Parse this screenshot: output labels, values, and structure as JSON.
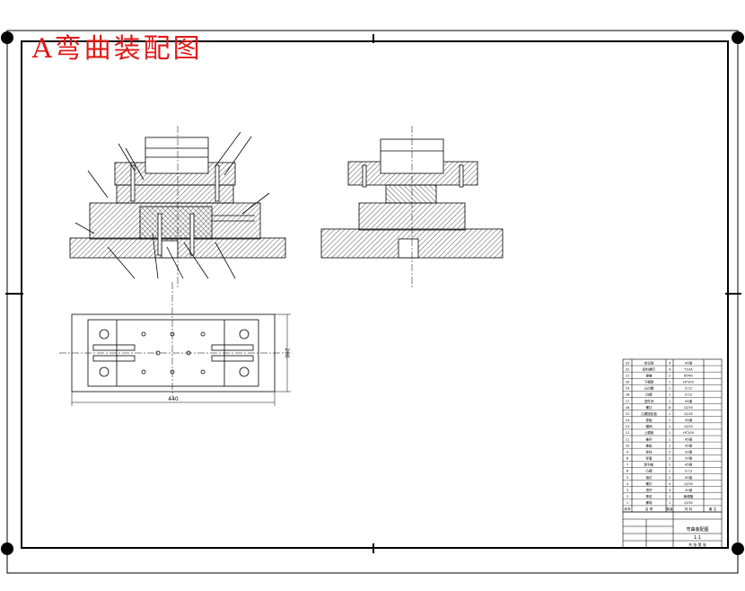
{
  "drawing": {
    "title": "A弯曲装配图",
    "title_color": "#e01818",
    "line_color": "#000000",
    "hatch_color": "#555555"
  },
  "plan_view": {
    "width_dimension": "440",
    "height_dimension": "280"
  },
  "parts_list": {
    "rows": [
      {
        "no": "23",
        "name": "定位销",
        "qty": "4",
        "material": "45钢",
        "note": ""
      },
      {
        "no": "22",
        "name": "卸料螺钉",
        "qty": "4",
        "material": "T10A",
        "note": ""
      },
      {
        "no": "21",
        "name": "弹簧",
        "qty": "2",
        "material": "65Mn",
        "note": ""
      },
      {
        "no": "20",
        "name": "下模座",
        "qty": "1",
        "material": "HT200",
        "note": ""
      },
      {
        "no": "19",
        "name": "凸凹模",
        "qty": "1",
        "material": "Cr12",
        "note": ""
      },
      {
        "no": "18",
        "name": "凹模",
        "qty": "1",
        "material": "Cr12",
        "note": ""
      },
      {
        "no": "17",
        "name": "顶件块",
        "qty": "1",
        "material": "45钢",
        "note": ""
      },
      {
        "no": "16",
        "name": "螺钉",
        "qty": "6",
        "material": "Q235",
        "note": ""
      },
      {
        "no": "15",
        "name": "凸模固定板",
        "qty": "1",
        "material": "Q235",
        "note": ""
      },
      {
        "no": "14",
        "name": "垫板",
        "qty": "1",
        "material": "45钢",
        "note": ""
      },
      {
        "no": "13",
        "name": "模柄",
        "qty": "1",
        "material": "Q235",
        "note": ""
      },
      {
        "no": "12",
        "name": "上模座",
        "qty": "1",
        "material": "HT200",
        "note": ""
      },
      {
        "no": "11",
        "name": "推杆",
        "qty": "1",
        "material": "45钢",
        "note": ""
      },
      {
        "no": "10",
        "name": "推板",
        "qty": "1",
        "material": "45钢",
        "note": ""
      },
      {
        "no": "9",
        "name": "导柱",
        "qty": "2",
        "material": "20钢",
        "note": ""
      },
      {
        "no": "8",
        "name": "导套",
        "qty": "2",
        "material": "20钢",
        "note": ""
      },
      {
        "no": "7",
        "name": "卸料板",
        "qty": "1",
        "material": "45钢",
        "note": ""
      },
      {
        "no": "6",
        "name": "凸模",
        "qty": "1",
        "material": "Cr12",
        "note": ""
      },
      {
        "no": "5",
        "name": "销钉",
        "qty": "2",
        "material": "45钢",
        "note": ""
      },
      {
        "no": "4",
        "name": "螺钉",
        "qty": "4",
        "material": "Q235",
        "note": ""
      },
      {
        "no": "3",
        "name": "顶杆",
        "qty": "3",
        "material": "45钢",
        "note": ""
      },
      {
        "no": "2",
        "name": "橡胶",
        "qty": "1",
        "material": "聚氨酯",
        "note": ""
      },
      {
        "no": "1",
        "name": "螺母",
        "qty": "1",
        "material": "Q235",
        "note": ""
      }
    ],
    "header": {
      "no": "序号",
      "name": "名 称",
      "qty": "数量",
      "material": "材 料",
      "note": "备 注"
    }
  },
  "title_block": {
    "name": "弯曲装配图",
    "scale": "1:1",
    "sheet": "共 张 第 张"
  }
}
